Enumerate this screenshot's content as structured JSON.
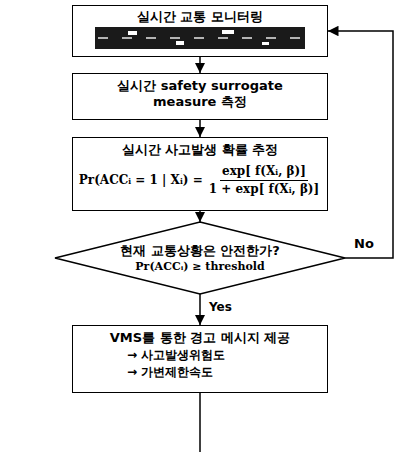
{
  "diagram": {
    "nodes": [
      {
        "text": [
          "실시간 교통 모니터링"
        ]
      },
      {
        "text": [
          "실시간 safety surrogate measure 측정"
        ]
      },
      {
        "text": [
          "실시간 사고발생 확률 추정",
          "Pr(ACCᵢ = 1 | Xᵢ) =",
          "exp[ f(Xᵢ, β)]",
          "1 + exp[ f(Xᵢ, β)]"
        ]
      },
      {
        "text": [
          "현재 교통상황은 안전한가?",
          "Pr(ACCᵢ) ≥ threshold"
        ]
      },
      {
        "text": [
          "VMS를 통한 경고 메시지 제공",
          "→ 사고발생위험도",
          "→ 가변제한속도"
        ]
      }
    ],
    "edges": [
      {
        "from": 0,
        "to": 1,
        "arrow": "to"
      },
      {
        "from": 1,
        "to": 2,
        "arrow": "to"
      },
      {
        "from": 2,
        "to": 3,
        "arrow": "to"
      },
      {
        "from": 3,
        "to": 0,
        "label": "No",
        "arrow": "to"
      },
      {
        "from": 3,
        "to": 4,
        "label": "Yes",
        "arrow": "to"
      }
    ]
  }
}
